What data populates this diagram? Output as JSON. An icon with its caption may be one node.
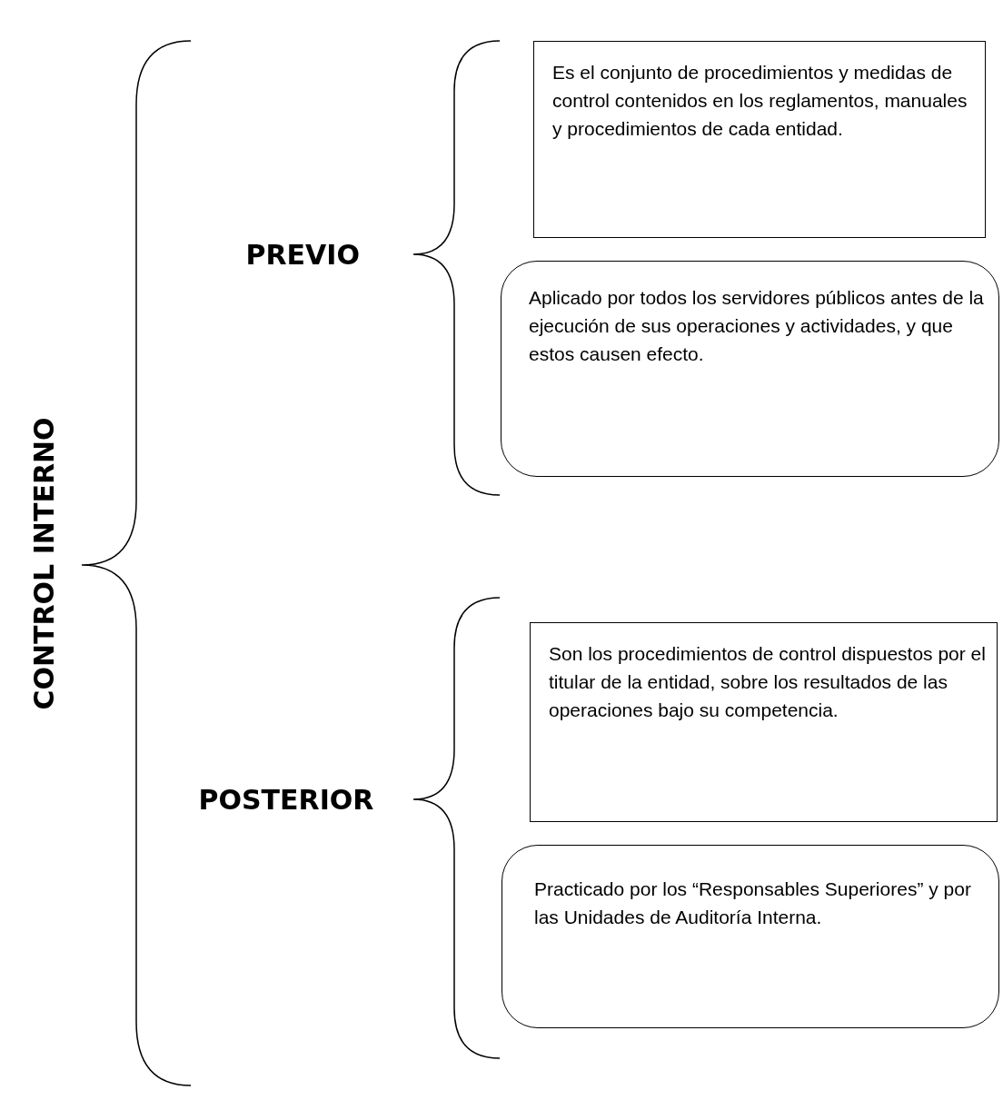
{
  "diagram": {
    "nodes": [
      {
        "text": [
          "Es el conjunto de procedimientos y medidas de control contenidos en los reglamentos, manuales y procedimientos de cada entidad."
        ]
      },
      {
        "text": [
          "Aplicado por todos los servidores públicos antes de la ejecución de sus operaciones y actividades, y que estos causen efecto."
        ]
      },
      {
        "text": [
          "Son los procedimientos de control dispuestos por el titular de la entidad, sobre los resultados de las operaciones bajo su competencia."
        ]
      },
      {
        "text": [
          "Practicado por los “Responsables Superiores” y por las Unidades de Auditoría Interna."
        ]
      }
    ],
    "edges": [],
    "labels": [
      "CONTROL INTERNO",
      "PREVIO",
      "POSTERIOR"
    ]
  }
}
